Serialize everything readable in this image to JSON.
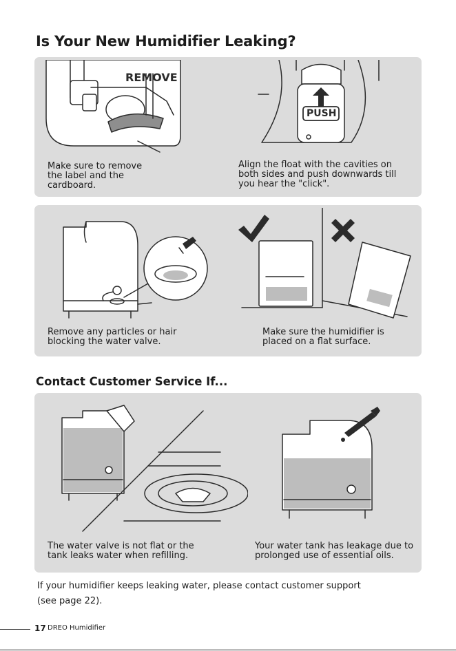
{
  "title": "Is Your New Humidifier Leaking?",
  "section2_title": "Contact Customer Service If...",
  "panel1": {
    "remove_label": "REMOVE",
    "push_label": "PUSH",
    "caption_left": "Make sure to remove the label and the cardboard.",
    "caption_right": "Align the float with the cavities on both sides and push downwards till you hear the \"click\"."
  },
  "panel2": {
    "caption_left": "Remove any particles or hair blocking the water valve.",
    "caption_right": "Make sure the humidifier is placed on a flat surface.",
    "icons": [
      "check-mark-icon",
      "cross-mark-icon"
    ]
  },
  "panel3": {
    "caption_left": "The water valve is not flat or the tank leaks water when refilling.",
    "caption_right": "Your water tank has leakage due to prolonged use of essential oils."
  },
  "note": {
    "text": "If your humidifier keeps leaking water, please contact customer support",
    "ref": "(see page 22)."
  },
  "footer": {
    "page": "17",
    "brand": "DREO Humidifier"
  },
  "colors": {
    "panel": "#dcdcdc",
    "ink": "#1c1c1c"
  }
}
